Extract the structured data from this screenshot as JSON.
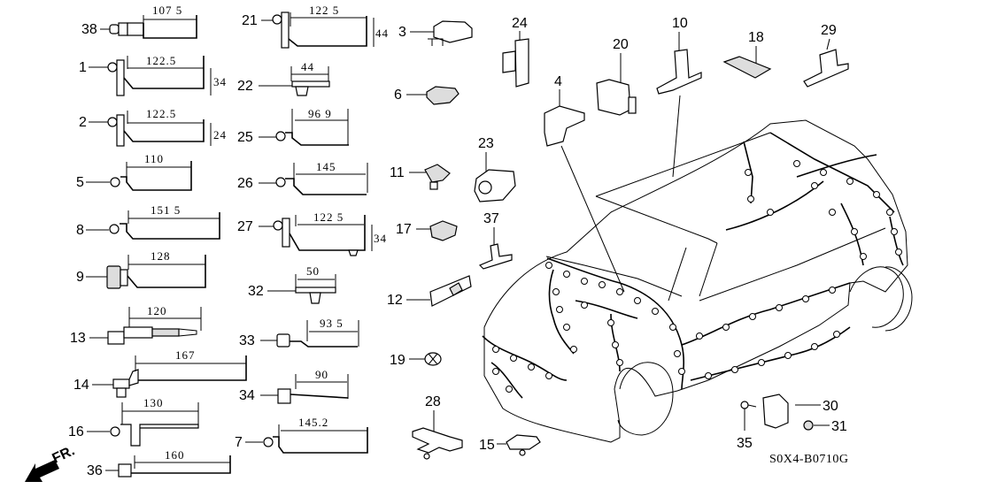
{
  "diagram": {
    "title": "Wire Harness Clips",
    "code": "S0X4-B0710G",
    "direction_label": "FR.",
    "left_clips": [
      {
        "id": "38",
        "length": "107 5",
        "height": ""
      },
      {
        "id": "1",
        "length": "122.5",
        "height": "34"
      },
      {
        "id": "2",
        "length": "122.5",
        "height": "24"
      },
      {
        "id": "5",
        "length": "110",
        "height": ""
      },
      {
        "id": "8",
        "length": "151 5",
        "height": ""
      },
      {
        "id": "9",
        "length": "128",
        "height": ""
      },
      {
        "id": "13",
        "length": "120",
        "height": ""
      },
      {
        "id": "14",
        "length": "167",
        "height": ""
      },
      {
        "id": "16",
        "length": "130",
        "height": ""
      },
      {
        "id": "36",
        "length": "160",
        "height": ""
      }
    ],
    "mid_clips": [
      {
        "id": "21",
        "length": "122 5",
        "height": "44"
      },
      {
        "id": "22",
        "length": "44",
        "height": ""
      },
      {
        "id": "25",
        "length": "96 9",
        "height": ""
      },
      {
        "id": "26",
        "length": "145",
        "height": ""
      },
      {
        "id": "27",
        "length": "122 5",
        "height": "34"
      },
      {
        "id": "32",
        "length": "50",
        "height": ""
      },
      {
        "id": "33",
        "length": "93 5",
        "height": ""
      },
      {
        "id": "34",
        "length": "90",
        "height": ""
      },
      {
        "id": "7",
        "length": "145.2",
        "height": ""
      }
    ],
    "parts": [
      "3",
      "24",
      "6",
      "4",
      "20",
      "10",
      "18",
      "29",
      "23",
      "11",
      "17",
      "37",
      "12",
      "19",
      "28",
      "15",
      "30",
      "31",
      "35"
    ]
  }
}
